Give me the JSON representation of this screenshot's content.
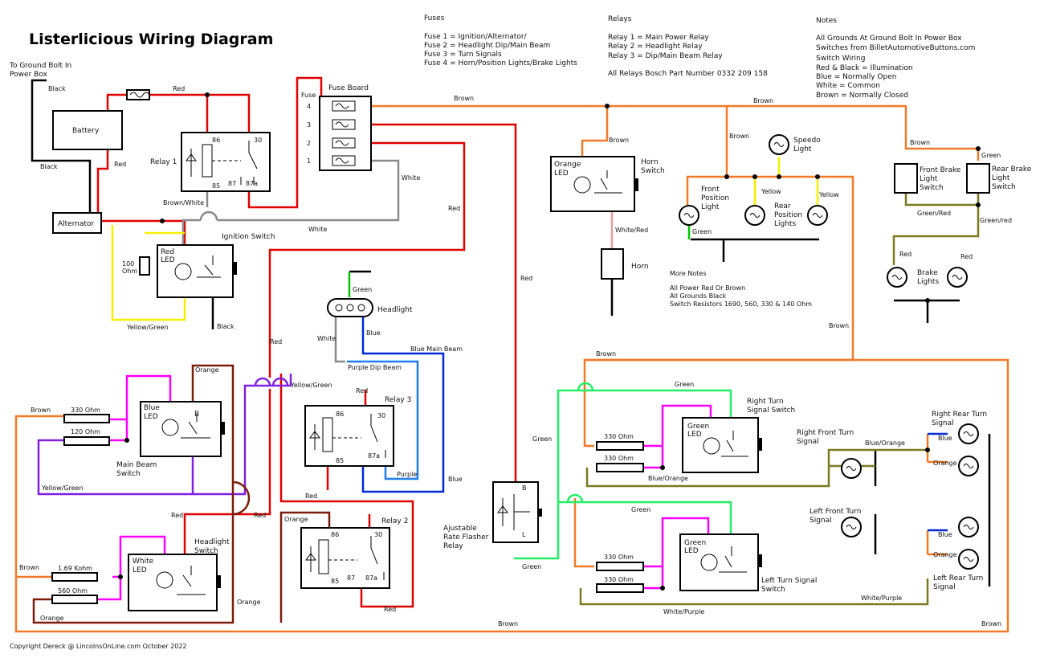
{
  "title": "Listerlicious Wiring Diagram",
  "copyright": "Copyright Dereck @ LincolnsOnLine.com October 2022",
  "fuses": {
    "heading": "Fuses",
    "lines": [
      "Fuse 1 = Ignition/Alternator/",
      "Fuse 2 = Headlight Dip/Main Beam",
      "Fuse 3 = Turn Signals",
      "Fuse 4 = Horn/Position Lights/Brake Lights"
    ]
  },
  "relays": {
    "heading": "Relays",
    "lines": [
      "Relay 1 = Main Power Relay",
      "Relay 2 = Headlight Relay",
      "Relay 3 = Dip/Main Beam Relay"
    ],
    "part": "All Relays Bosch Part Number 0332 209 158"
  },
  "notes": {
    "heading": "Notes",
    "lines": [
      "All Grounds At Ground Bolt In Power Box",
      "Switches from BilletAutomotiveButtons.com",
      "Switch Wiring",
      "Red & Black = Illumination",
      "Blue = Normally Open",
      "White = Common",
      "Brown = Normally Closed"
    ]
  },
  "more_notes": {
    "heading": "More Notes",
    "lines": [
      "All Power Red Or Brown",
      "All Grounds Black",
      "Switch Resistors 1690, 560, 330 & 140 Ohm"
    ]
  },
  "labels": {
    "ground_bolt_1": "To Ground Bolt In",
    "ground_bolt_2": "Power Box",
    "battery": "Battery",
    "alternator": "Alternator",
    "relay1": "Relay 1",
    "relay2": "Relay 2",
    "relay3": "Relay 3",
    "fuse_board": "Fuse Board",
    "fuse": "Fuse",
    "f4": "4",
    "f3": "3",
    "f2": "2",
    "f1": "1",
    "ignition_switch": "Ignition Switch",
    "red": "Red",
    "led": "LED",
    "ohm100_1": "100",
    "ohm100_2": "Ohm",
    "headlight": "Headlight",
    "horn": "Horn",
    "horn_switch_1": "Horn",
    "horn_switch_2": "Switch",
    "orange": "Orange",
    "speedo_1": "Speedo",
    "speedo_2": "Light",
    "front_pos_1": "Front",
    "front_pos_2": "Position",
    "front_pos_3": "Light",
    "rear_pos_1": "Rear",
    "rear_pos_2": "Position",
    "rear_pos_3": "Lights",
    "front_brake_1": "Front Brake",
    "front_brake_2": "Light",
    "front_brake_3": "Switch",
    "rear_brake_1": "Rear Brake",
    "rear_brake_2": "Light",
    "rear_brake_3": "Switch",
    "brake_lights_1": "Brake",
    "brake_lights_2": "Lights",
    "blue": "Blue",
    "white": "White",
    "green": "Green",
    "b": "B",
    "l": "L",
    "main_beam_1": "Main Beam",
    "main_beam_2": "Switch",
    "headlight_switch_1": "Headlight",
    "headlight_switch_2": "Switch",
    "flasher_1": "Ajustable",
    "flasher_2": "Rate Flasher",
    "flasher_3": "Relay",
    "right_turn_1": "Right Turn",
    "right_turn_2": "Signal Switch",
    "left_turn_1": "Left Turn Signal",
    "left_turn_2": "Switch",
    "rft_1": "Right Front Turn",
    "rft_2": "Signal",
    "lft_1": "Left Front Turn",
    "lft_2": "Signal",
    "rrt_1": "Right Rear Turn",
    "rrt_2": "Signal",
    "lrt_1": "Left Rear Turn",
    "lrt_2": "Signal",
    "r330": "330 Ohm",
    "r120": "120 Ohm",
    "r169": "1.69 Kohm",
    "r560": "560 Ohm",
    "p86": "86",
    "p30": "30",
    "p85": "85",
    "p87": "87",
    "p87a": "87a"
  },
  "wire_labels": {
    "black": "Black",
    "red": "Red",
    "brown": "Brown",
    "white": "White",
    "brown_white": "Brown/White",
    "yellow_green": "Yellow/Green",
    "white_red": "White/Red",
    "green": "Green",
    "yellow": "Yellow",
    "green_red": "Green/Red",
    "green_red_lc": "Green/red",
    "blue": "Blue",
    "purple": "Purple",
    "blue_main": "Blue Main Beam",
    "purple_dip": "Purple Dip Beam",
    "orange": "Orange",
    "blue_orange": "Blue/Orange",
    "white_purple": "White/Purple"
  },
  "colors": {
    "red": "#e00000",
    "brown_wire": "#f07a28",
    "white": "#8a8a8a",
    "yellow": "#f5f000",
    "green": "#00c800",
    "lgreen": "#22ee66",
    "blue": "#0028d8",
    "lblue": "#1e7cf0",
    "purple": "#8020e0",
    "magenta": "#ff00ff",
    "dkbrown": "#7a1d0a",
    "olive": "#7a7a20"
  }
}
